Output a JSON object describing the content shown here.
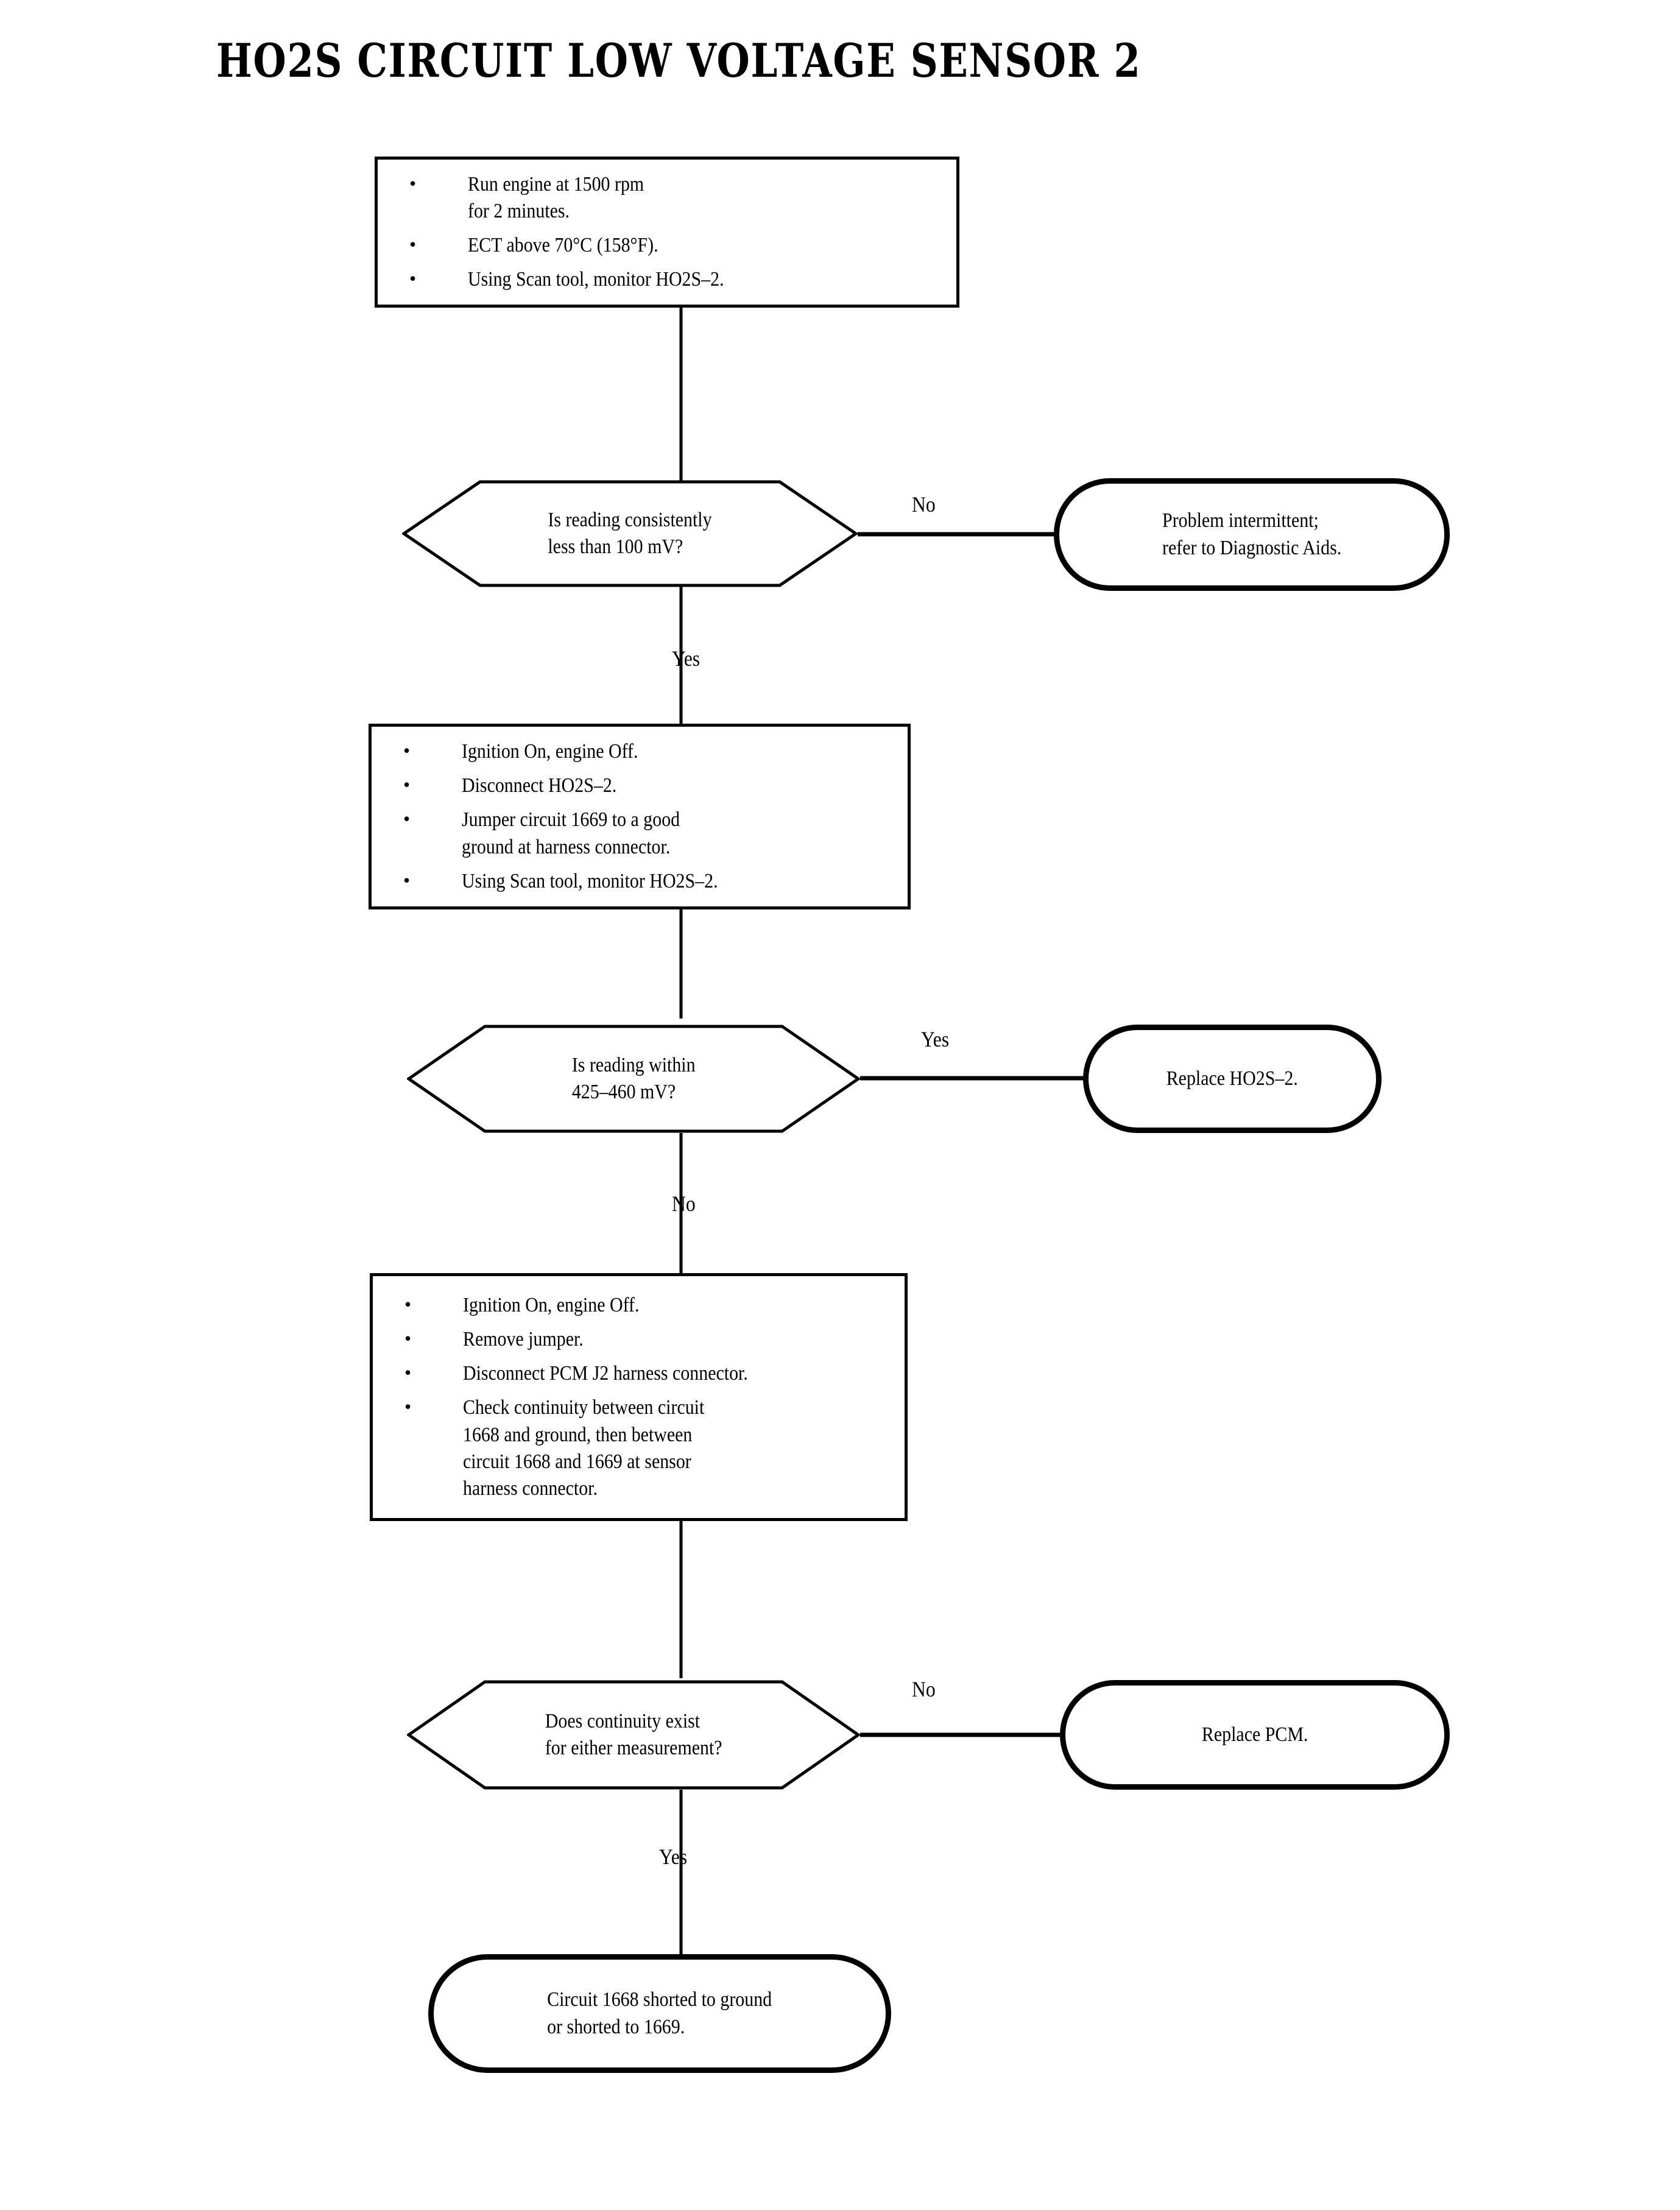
{
  "title": "HO2S CIRCUIT LOW VOLTAGE SENSOR 2",
  "colors": {
    "ink": "#000000",
    "paper": "#ffffff"
  },
  "nodes": {
    "step1": {
      "type": "process",
      "bullets": [
        "Run engine at 1500 rpm\nfor 2 minutes.",
        "ECT above 70°C (158°F).",
        "Using Scan tool, monitor HO2S–2."
      ]
    },
    "decision1": {
      "type": "decision",
      "text": "Is reading consistently\nless than 100 mV?",
      "yes_label": "Yes",
      "no_label": "No"
    },
    "terminal1": {
      "type": "terminal",
      "text": "Problem intermittent;\nrefer to Diagnostic Aids."
    },
    "step2": {
      "type": "process",
      "bullets": [
        "Ignition On, engine Off.",
        "Disconnect HO2S–2.",
        "Jumper circuit 1669 to a good\nground at harness connector.",
        "Using Scan tool, monitor HO2S–2."
      ]
    },
    "decision2": {
      "type": "decision",
      "text": "Is reading within\n425–460 mV?",
      "yes_label": "Yes",
      "no_label": "No"
    },
    "terminal2": {
      "type": "terminal",
      "text": "Replace HO2S–2."
    },
    "step3": {
      "type": "process",
      "bullets": [
        "Ignition On, engine Off.",
        "Remove jumper.",
        "Disconnect PCM J2 harness connector.",
        "Check continuity between circuit\n1668 and ground, then between\ncircuit 1668 and 1669 at sensor\nharness connector."
      ]
    },
    "decision3": {
      "type": "decision",
      "text": "Does continuity exist\nfor either measurement?",
      "yes_label": "Yes",
      "no_label": "No"
    },
    "terminal3": {
      "type": "terminal",
      "text": "Replace PCM."
    },
    "terminal4": {
      "type": "terminal",
      "text": "Circuit 1668 shorted to ground\nor shorted to 1669."
    }
  }
}
